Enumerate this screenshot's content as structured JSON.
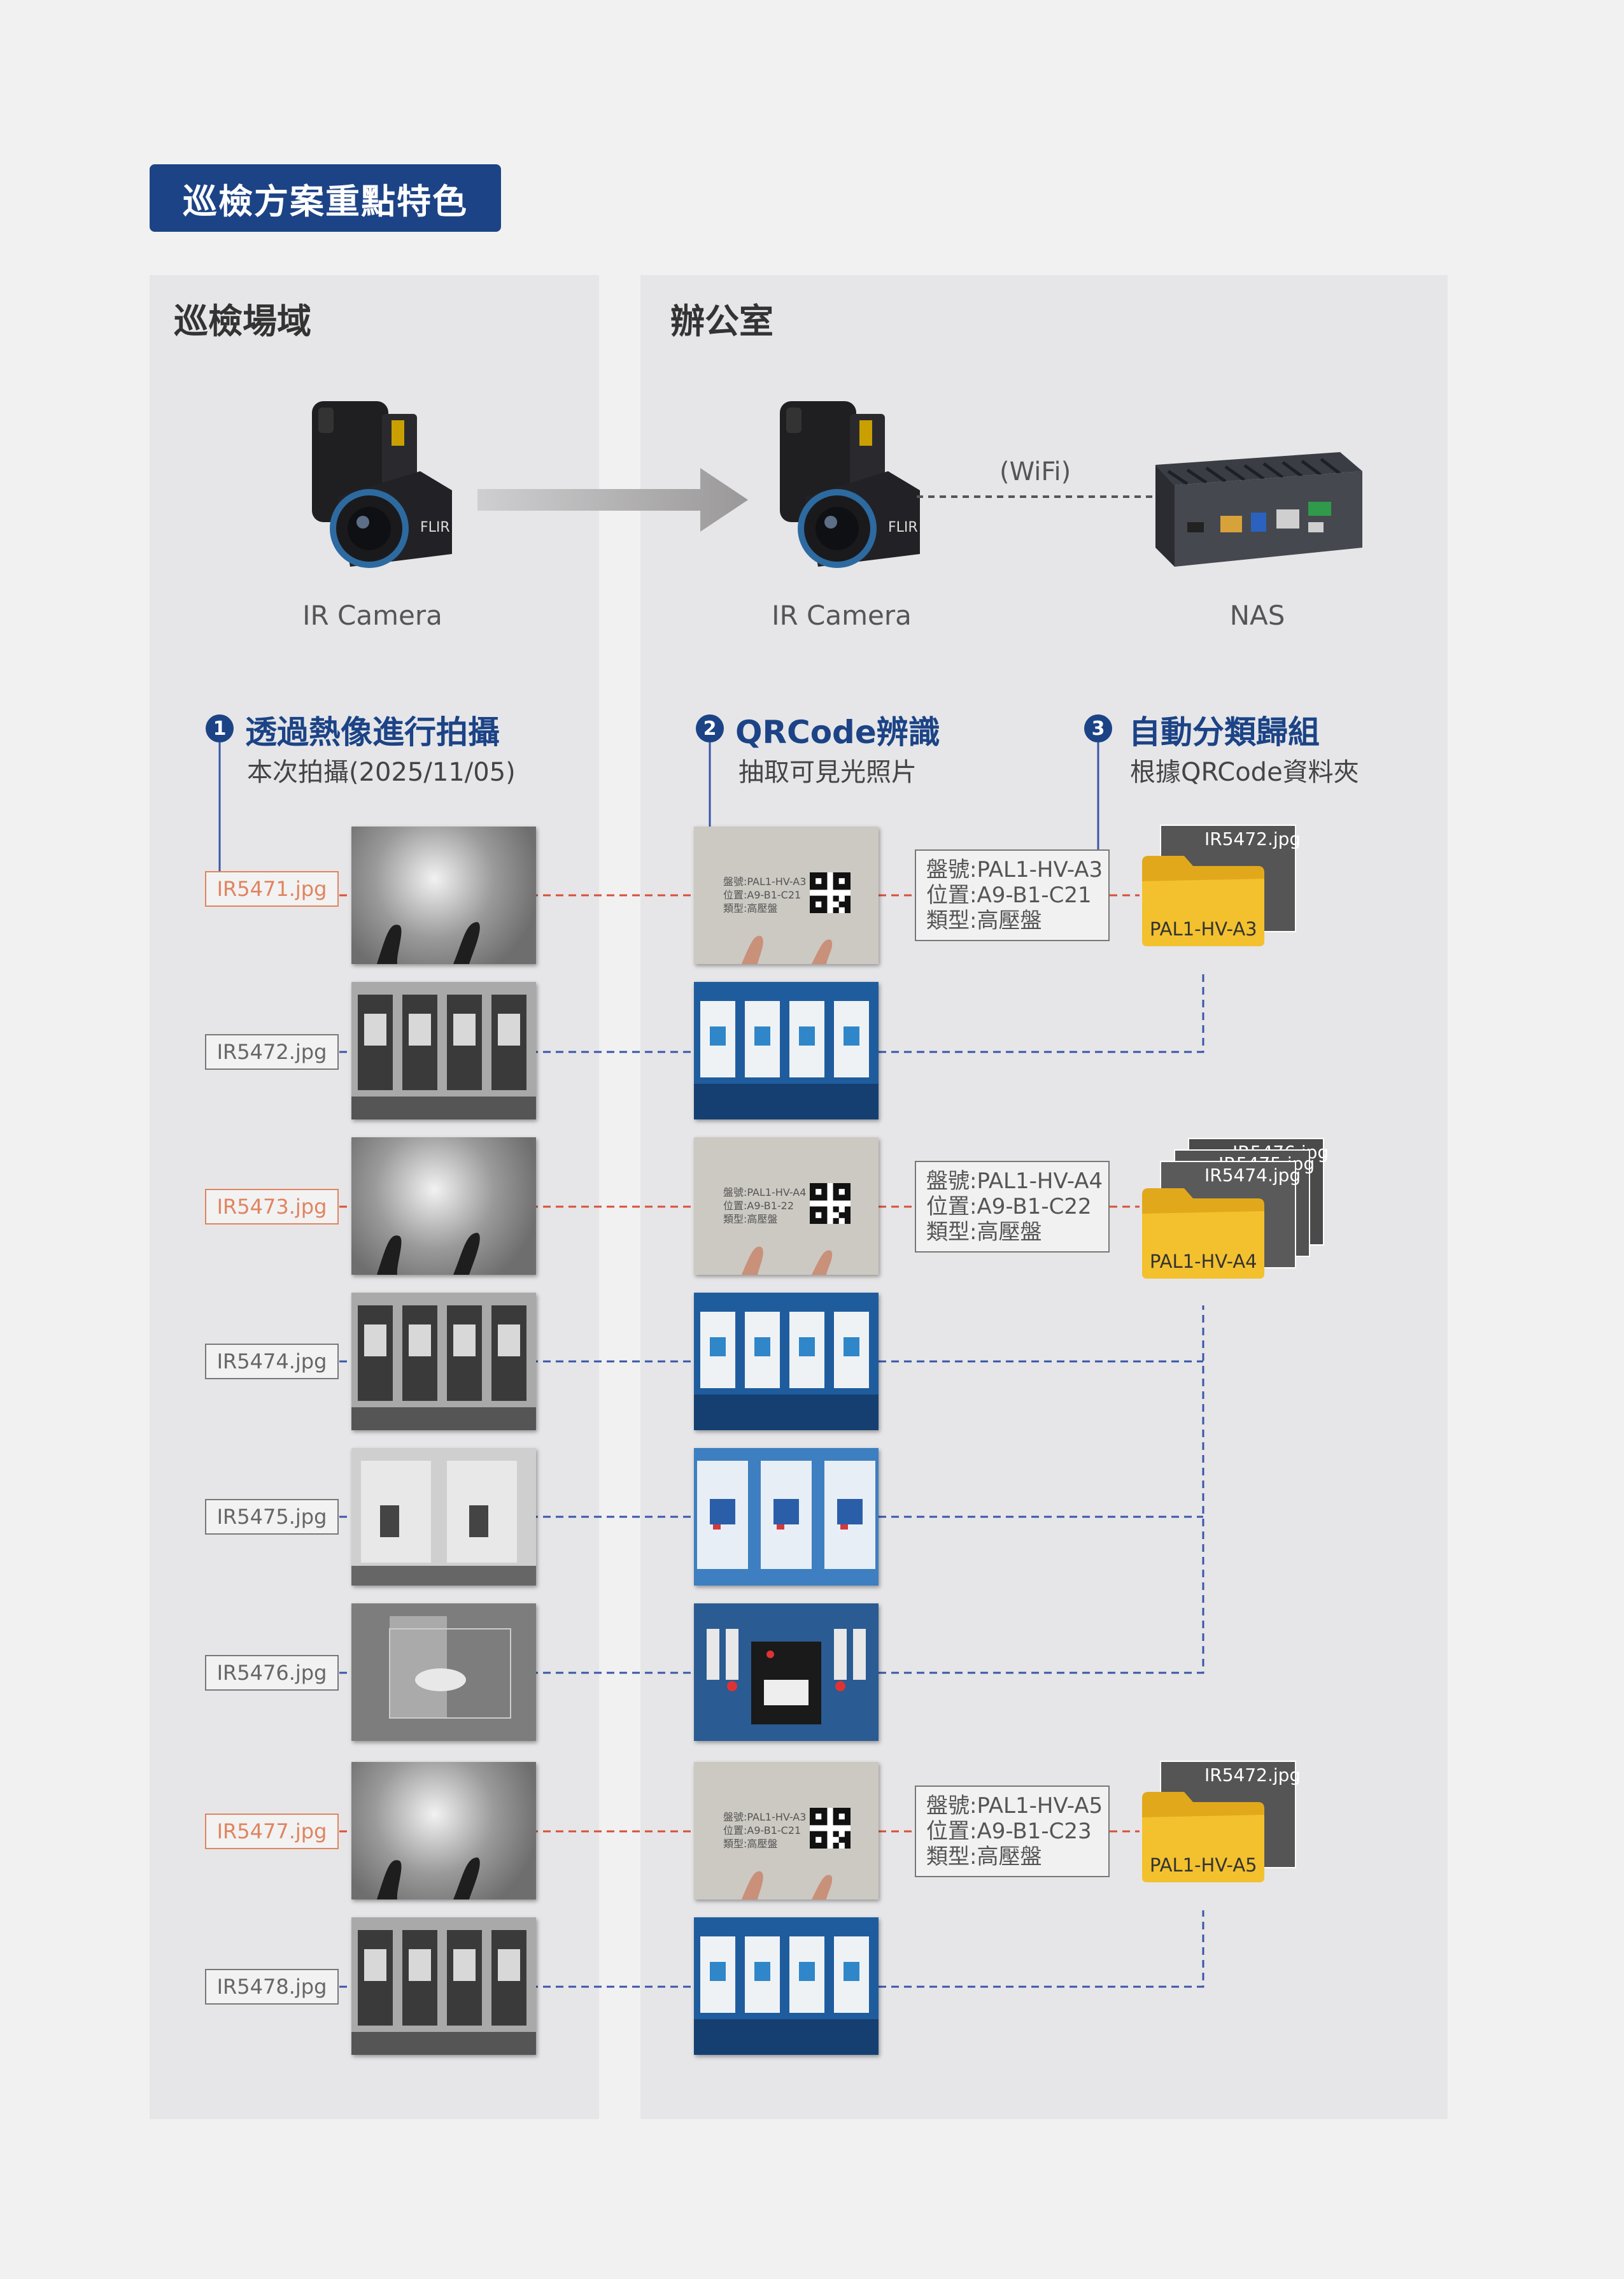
{
  "title": "巡檢方案重點特色",
  "left_panel": {
    "heading": "巡檢場域",
    "camera_label": "IR Camera"
  },
  "right_panel": {
    "heading": "辦公室",
    "camera_label": "IR Camera",
    "nas_label": "NAS",
    "wifi_label": "(WiFi)"
  },
  "steps": [
    {
      "number": "1",
      "title": "透過熱像進行拍攝",
      "subtitle": "本次拍攝(2025/11/05)"
    },
    {
      "number": "2",
      "title": "QRCode辨識",
      "subtitle": "抽取可見光照片"
    },
    {
      "number": "3",
      "title": "自動分類歸組",
      "subtitle": "根據QRCode資料夾"
    }
  ],
  "files": [
    {
      "name": "IR5471.jpg",
      "qr": true
    },
    {
      "name": "IR5472.jpg",
      "qr": false
    },
    {
      "name": "IR5473.jpg",
      "qr": true
    },
    {
      "name": "IR5474.jpg",
      "qr": false
    },
    {
      "name": "IR5475.jpg",
      "qr": false
    },
    {
      "name": "IR5476.jpg",
      "qr": false
    },
    {
      "name": "IR5477.jpg",
      "qr": true
    },
    {
      "name": "IR5478.jpg",
      "qr": false
    }
  ],
  "qr_cards": [
    {
      "line1": "盤號:PAL1-HV-A3",
      "line2": "位置:A9-B1-C21",
      "line3": "類型:高壓盤"
    },
    {
      "line1": "盤號:PAL1-HV-A4",
      "line2": "位置:A9-B1-22",
      "line3": "類型:高壓盤"
    },
    {
      "line1": "盤號:PAL1-HV-A3",
      "line2": "位置:A9-B1-C21",
      "line3": "類型:高壓盤"
    }
  ],
  "info_boxes": [
    {
      "panel": "盤號:PAL1-HV-A3",
      "position": "位置:A9-B1-C21",
      "type": "類型:高壓盤"
    },
    {
      "panel": "盤號:PAL1-HV-A4",
      "position": "位置:A9-B1-C22",
      "type": "類型:高壓盤"
    },
    {
      "panel": "盤號:PAL1-HV-A5",
      "position": "位置:A9-B1-C23",
      "type": "類型:高壓盤"
    }
  ],
  "folders": [
    {
      "label": "PAL1-HV-A3",
      "files": [
        "IR5472.jpg"
      ]
    },
    {
      "label": "PAL1-HV-A4",
      "files": [
        "IR5476.jpg",
        "IR5475.jpg",
        "IR5474.jpg"
      ]
    },
    {
      "label": "PAL1-HV-A5",
      "files": [
        "IR5472.jpg"
      ]
    }
  ],
  "colors": {
    "brand_blue": "#1c4386",
    "qr_red": "#e0845e",
    "link_blue": "#3a55a8",
    "folder_yellow": "#f3c12e"
  },
  "icons": [
    "thermal-camera-icon",
    "nas-device-icon",
    "folder-icon",
    "arrow-right-icon",
    "qr-code-icon"
  ]
}
